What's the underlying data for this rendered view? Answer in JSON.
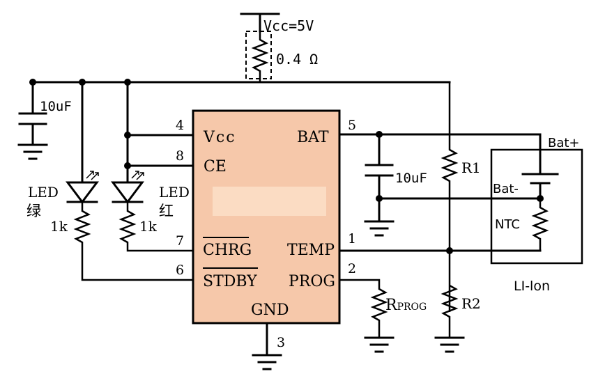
{
  "supply": {
    "label": "Vcc=5V",
    "sense_resistor": "0.4 Ω"
  },
  "ic": {
    "pins": [
      {
        "num": "4",
        "name": "Vcc"
      },
      {
        "num": "8",
        "name": "CE"
      },
      {
        "num": "7",
        "name": "CHRG"
      },
      {
        "num": "6",
        "name": "STDBY"
      },
      {
        "num": "5",
        "name": "BAT"
      },
      {
        "num": "1",
        "name": "TEMP"
      },
      {
        "num": "2",
        "name": "PROG"
      },
      {
        "num": "3",
        "name": "GND"
      }
    ],
    "body_color": "#f6c8aa",
    "marking_color": "#fbdcc3"
  },
  "components": {
    "cap_in": "10uF",
    "cap_out": "10uF",
    "led_green": {
      "label": "LED",
      "color": "绿"
    },
    "led_red": {
      "label": "LED",
      "color": "红"
    },
    "res_green": "1k",
    "res_red": "1k",
    "r1": "R1",
    "r2": "R2",
    "rprog_main": "R",
    "rprog_sub": "PROG"
  },
  "battery": {
    "pos": "Bat+",
    "neg": "Bat-",
    "ntc": "NTC",
    "type": "LI-lon"
  }
}
